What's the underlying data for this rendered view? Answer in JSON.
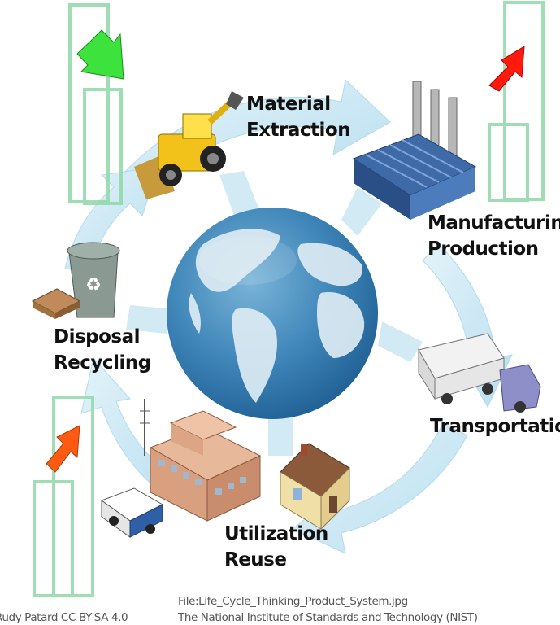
{
  "stages": [
    {
      "id": "material-extraction",
      "lines": [
        "Material",
        "Extraction"
      ]
    },
    {
      "id": "manufacturing-production",
      "lines": [
        "Manufacturing",
        "Production"
      ]
    },
    {
      "id": "transportation",
      "lines": [
        "Transportation"
      ]
    },
    {
      "id": "utilization-reuse",
      "lines": [
        "Utilization",
        "Reuse"
      ]
    },
    {
      "id": "disposal-recycling",
      "lines": [
        "Disposal",
        "Recycling"
      ]
    }
  ],
  "credits": {
    "author": "Rudy Patard CC-BY-SA 4.0",
    "file": "File:Life_Cycle_Thinking_Product_System.jpg",
    "source": "The National Institute of Standards and Technology (NIST)"
  },
  "colors": {
    "cycle_arrow": "#cfeaf3",
    "cycle_arrow_edge": "#a9d6e6",
    "globe_ocean": "#3f86b9",
    "globe_land": "#dcebf3",
    "overlay_box": "#8fd9a8",
    "arrow_green": "#3de23d",
    "arrow_red": "#ff1a0d",
    "arrow_orange": "#ff5a12"
  },
  "icons": [
    "bulldozer-icon",
    "factory-icon",
    "truck-icon",
    "house-icon",
    "city-buildings-icon",
    "delivery-van-icon",
    "recycle-bin-icon",
    "cardboard-box-icon",
    "globe-icon"
  ]
}
